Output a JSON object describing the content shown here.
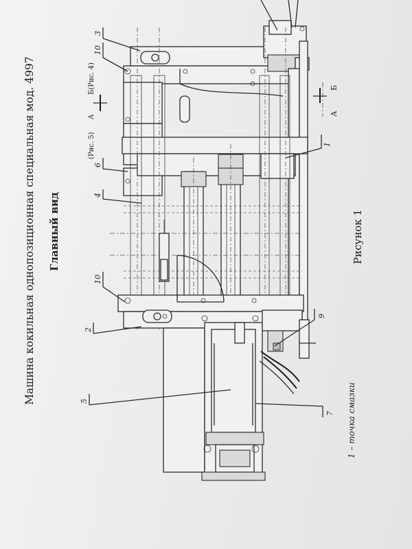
{
  "document": {
    "title": "Машина кокильная однопозиционная специальная мод. 4997",
    "subtitle": "Главный вид",
    "caption": "Рисунок 1",
    "note": "1 – точка смазки"
  },
  "labels": {
    "p2": "2",
    "p3": "3",
    "p4": "4",
    "p5": "5",
    "p6": "6",
    "p7": "7",
    "p9": "9",
    "p10_top": "10",
    "p10_bottom": "10",
    "p1": "1"
  },
  "section": {
    "view_a": "А",
    "view_b": "Б",
    "ref_fig5": "(Рис. 5)",
    "ref_fig4": "Б(Рис. 4)",
    "marker_a": "А",
    "marker_b": "Б"
  }
}
